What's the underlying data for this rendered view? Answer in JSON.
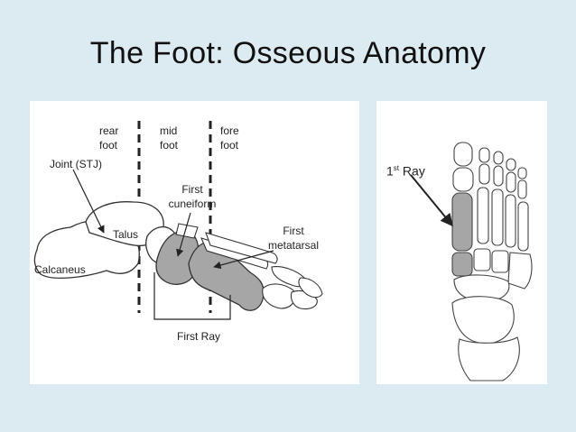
{
  "slide": {
    "title": "The Foot:  Osseous Anatomy"
  },
  "left_diagram": {
    "zones": {
      "rear_line1": "rear",
      "rear_line2": "foot",
      "mid_line1": "mid",
      "mid_line2": "foot",
      "fore_line1": "fore",
      "fore_line2": "foot"
    },
    "labels": {
      "joint": "Joint (STJ)",
      "talus": "Talus",
      "calcaneus": "Calcaneus",
      "cuneiform_line1": "First",
      "cuneiform_line2": "cuneiform",
      "metatarsal_line1": "First",
      "metatarsal_line2": "metatarsal",
      "first_ray": "First Ray"
    }
  },
  "right_diagram": {
    "ray_number": "1",
    "ray_sup": "st",
    "ray_word": "Ray"
  },
  "colors": {
    "background": "#dceaf2",
    "panel": "#ffffff",
    "highlight_bone": "#a6a6a6",
    "outline": "#333333"
  }
}
